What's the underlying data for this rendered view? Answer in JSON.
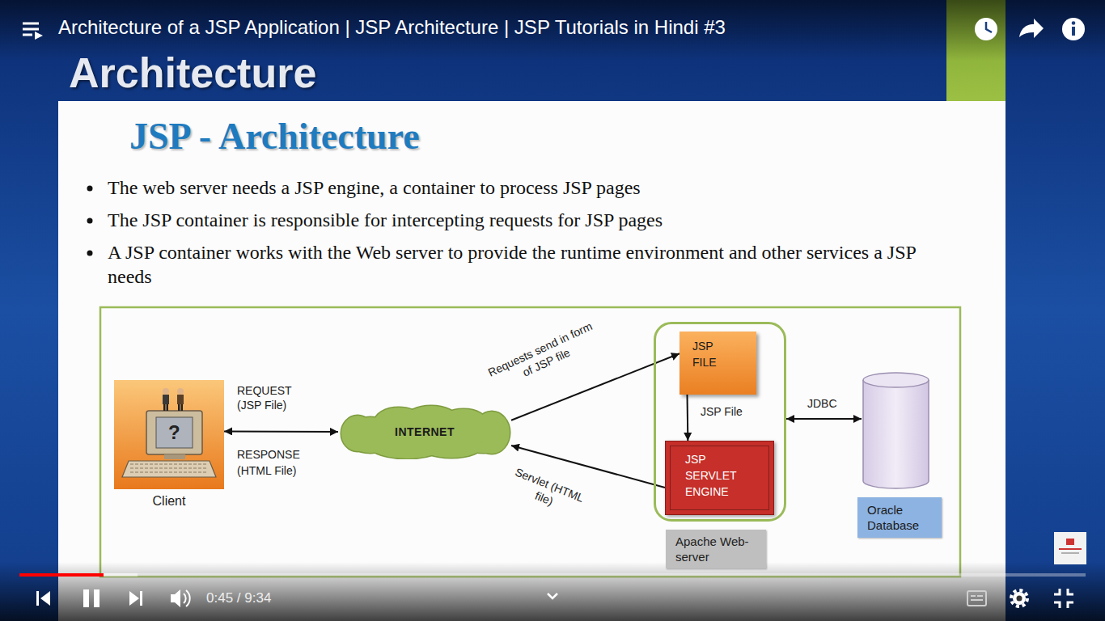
{
  "diagram": {
    "title": "JSP - Architecture",
    "nodes": [
      {
        "text": [
          "Client"
        ]
      },
      {
        "text": [
          "INTERNET"
        ]
      },
      {
        "text": [
          "Apache Web-server"
        ]
      },
      {
        "text": [
          "JSP FILE"
        ],
        "in": 2
      },
      {
        "text": [
          "JSP SERVLET ENGINE"
        ],
        "in": 2
      },
      {
        "text": [
          "Oracle Database"
        ]
      }
    ],
    "edges": [
      {
        "from": 0,
        "to": 1,
        "arrow": "both",
        "label": "REQUEST (JSP File)"
      },
      {
        "from": 1,
        "to": 3,
        "arrow": "to",
        "label": "Requests send in form of JSP file"
      },
      {
        "from": 3,
        "to": 4,
        "arrow": "to",
        "label": "JSP File"
      },
      {
        "from": 4,
        "to": 1,
        "arrow": "to",
        "label": "Servlet (HTML file)"
      },
      {
        "from": 2,
        "to": 5,
        "arrow": "both",
        "label": "JDBC"
      }
    ],
    "labels": [
      "Architecture of a JSP Application | JSP Architecture | JSP Tutorials in Hindi #3",
      "Architecture",
      "The web server needs a JSP engine, a container to process JSP pages",
      "The JSP container is responsible for intercepting requests for JSP pages",
      "A JSP container works with the Web server to provide the runtime environment and other services a JSP needs",
      "RESPONSE (HTML File)",
      "?",
      "0:45 / 9:34"
    ]
  }
}
